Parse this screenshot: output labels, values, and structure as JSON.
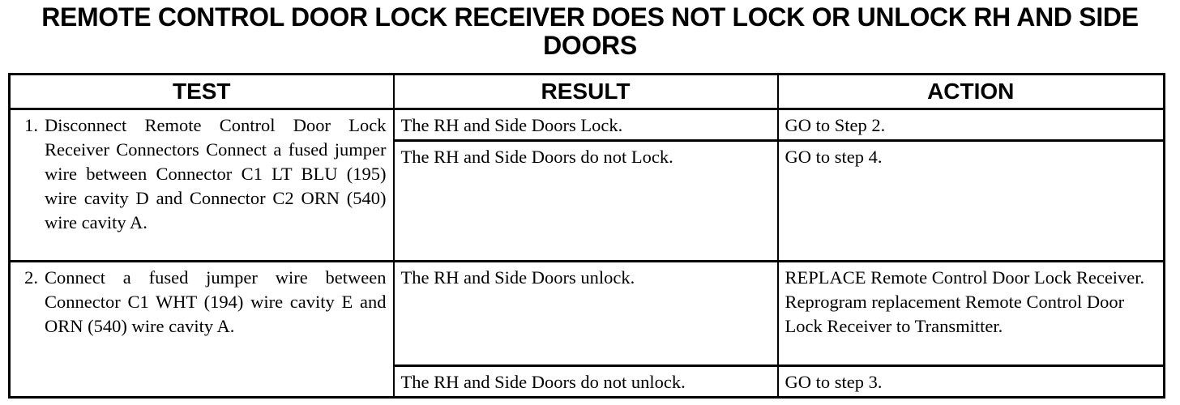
{
  "document": {
    "title": "REMOTE CONTROL DOOR LOCK RECEIVER DOES NOT LOCK OR UNLOCK RH AND SIDE DOORS",
    "table": {
      "headers": [
        "TEST",
        "RESULT",
        "ACTION"
      ],
      "steps": [
        {
          "number": "1.",
          "test": "Disconnect Remote Control Door Lock Receiver Connectors Connect a fused jumper wire between Connector C1 LT BLU (195) wire cavity D and Connector C2 ORN (540) wire cavity A.",
          "outcomes": [
            {
              "result": "The RH and Side Doors Lock.",
              "action": "GO to Step 2."
            },
            {
              "result": "The RH and Side Doors do not Lock.",
              "action": "GO to step 4."
            }
          ]
        },
        {
          "number": "2.",
          "test": "Connect a fused jumper wire between Connector C1 WHT (194) wire cavity E and ORN (540) wire cavity A.",
          "outcomes": [
            {
              "result": "The RH and Side Doors unlock.",
              "action": "REPLACE Remote Control Door Lock Receiver. Reprogram replacement Remote Control Door Lock Receiver to Transmitter."
            },
            {
              "result": "The RH and Side Doors do not unlock.",
              "action": "GO to step 3."
            }
          ]
        }
      ]
    }
  }
}
